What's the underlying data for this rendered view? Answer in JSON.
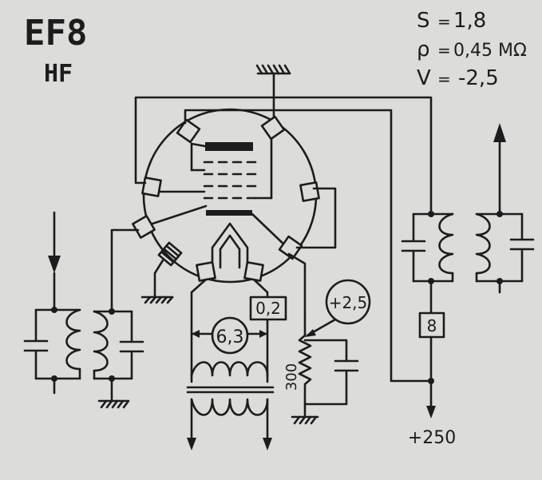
{
  "tube": {
    "name": "EF8",
    "use": "HF"
  },
  "specs": [
    {
      "symbol": "S",
      "sep": "=",
      "value": "1,8"
    },
    {
      "symbol": "ρ",
      "sep": "=",
      "value": "0,45 MΩ"
    },
    {
      "symbol": "V",
      "sep": "=",
      "value": "-2,5"
    }
  ],
  "labels": {
    "heater_voltage": "6,3",
    "heater_current": "0,2",
    "cathode_voltage": "+2,5",
    "cathode_resistor": "300",
    "anode_current": "8",
    "supply": "+250"
  }
}
